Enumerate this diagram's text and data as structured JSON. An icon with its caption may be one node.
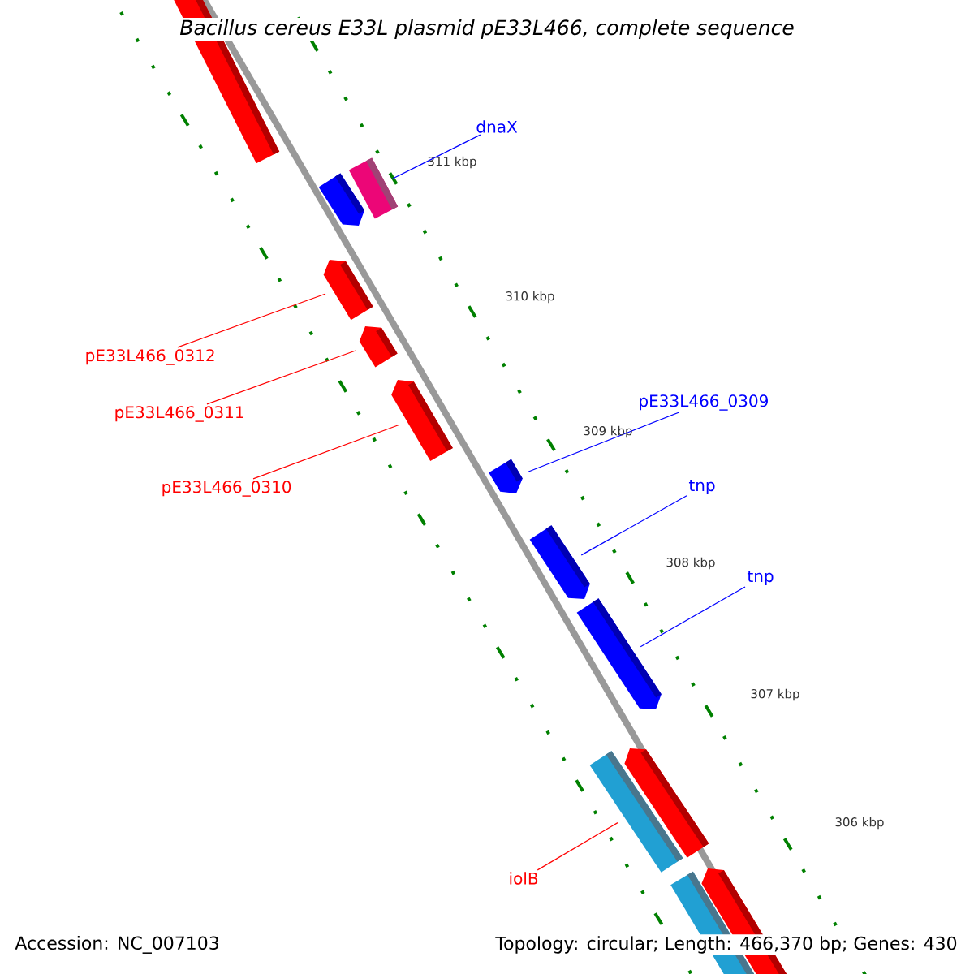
{
  "diagram": {
    "title": "Bacillus cereus E33L plasmid pE33L466, complete sequence",
    "nodes": [
      {
        "text": [],
        "shape": "bar"
      },
      {
        "text": [
          "dnaX"
        ]
      },
      {
        "text": [],
        "shape": "bar"
      },
      {
        "text": [],
        "shape": "bar"
      },
      {
        "text": [],
        "shape": "bar"
      },
      {
        "text": [
          "pE33L466_0312"
        ]
      },
      {
        "text": [],
        "shape": "bar"
      },
      {
        "text": [
          "pE33L466_0311"
        ]
      },
      {
        "text": [],
        "shape": "bar"
      },
      {
        "text": [
          "pE33L466_0309"
        ]
      },
      {
        "text": [
          "pE33L466_0310"
        ]
      },
      {
        "text": [],
        "shape": "bar"
      },
      {
        "text": [
          "tnp"
        ]
      },
      {
        "text": [],
        "shape": "bar"
      },
      {
        "text": [
          "tnp"
        ]
      },
      {
        "text": [],
        "shape": "bar"
      },
      {
        "text": [],
        "shape": "bar"
      },
      {
        "text": [],
        "shape": "bar"
      },
      {
        "text": [
          "iolB"
        ]
      },
      {
        "text": [],
        "shape": "bar"
      },
      {
        "text": [],
        "shape": "bar"
      }
    ],
    "edges": [
      {
        "from": 1,
        "to": 3,
        "arrow": "none",
        "color": "#0000ff"
      },
      {
        "from": 5,
        "to": 4,
        "arrow": "none",
        "color": "#ff0000"
      },
      {
        "from": 7,
        "to": 6,
        "arrow": "none",
        "color": "#ff0000"
      },
      {
        "from": 10,
        "to": 8,
        "arrow": "none",
        "color": "#ff0000"
      },
      {
        "from": 9,
        "to": 11,
        "arrow": "none",
        "color": "#0000ff"
      },
      {
        "from": 12,
        "to": 13,
        "arrow": "none",
        "color": "#0000ff"
      },
      {
        "from": 14,
        "to": 15,
        "arrow": "none",
        "color": "#0000ff"
      },
      {
        "from": 18,
        "to": 17,
        "arrow": "none",
        "color": "#ff0000"
      }
    ],
    "labels": [
      "311 kbp",
      "310 kbp",
      "309 kbp",
      "308 kbp",
      "307 kbp",
      "306 kbp",
      "Accession: NC_007103",
      "Topology: circular; Length: 466,370 bp; Genes: 430"
    ]
  }
}
